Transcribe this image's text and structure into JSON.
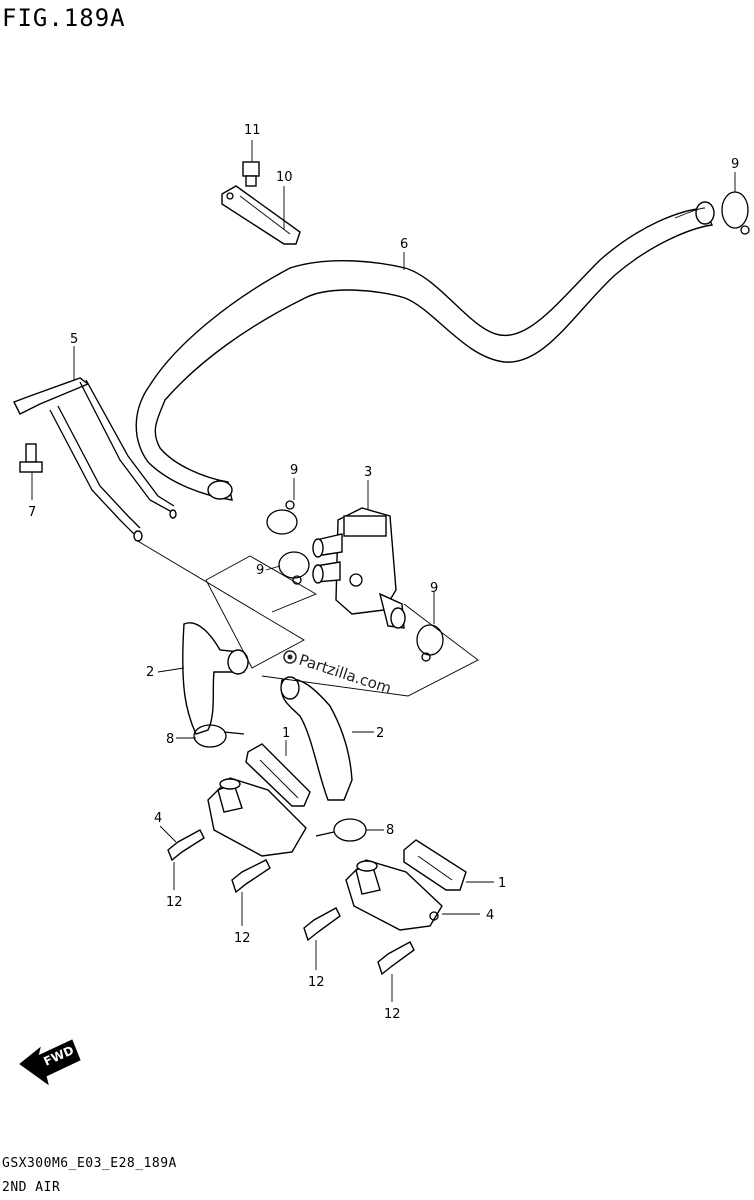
{
  "figure": {
    "title": "FIG.189A"
  },
  "footer": {
    "code": "GSX300M6_E03_E28_189A",
    "name": "2ND AIR"
  },
  "watermark": {
    "text": "Partzilla.com"
  },
  "fwd_badge": {
    "text": "FWD"
  },
  "callouts": {
    "c1a": "1",
    "c1b": "1",
    "c2a": "2",
    "c2b": "2",
    "c3": "3",
    "c4a": "4",
    "c4b": "4",
    "c5": "5",
    "c6": "6",
    "c7": "7",
    "c8a": "8",
    "c8b": "8",
    "c9a": "9",
    "c9b": "9",
    "c9c": "9",
    "c9d": "9",
    "c10": "10",
    "c11": "11",
    "c12a": "12",
    "c12b": "12",
    "c12c": "12",
    "c12d": "12"
  }
}
